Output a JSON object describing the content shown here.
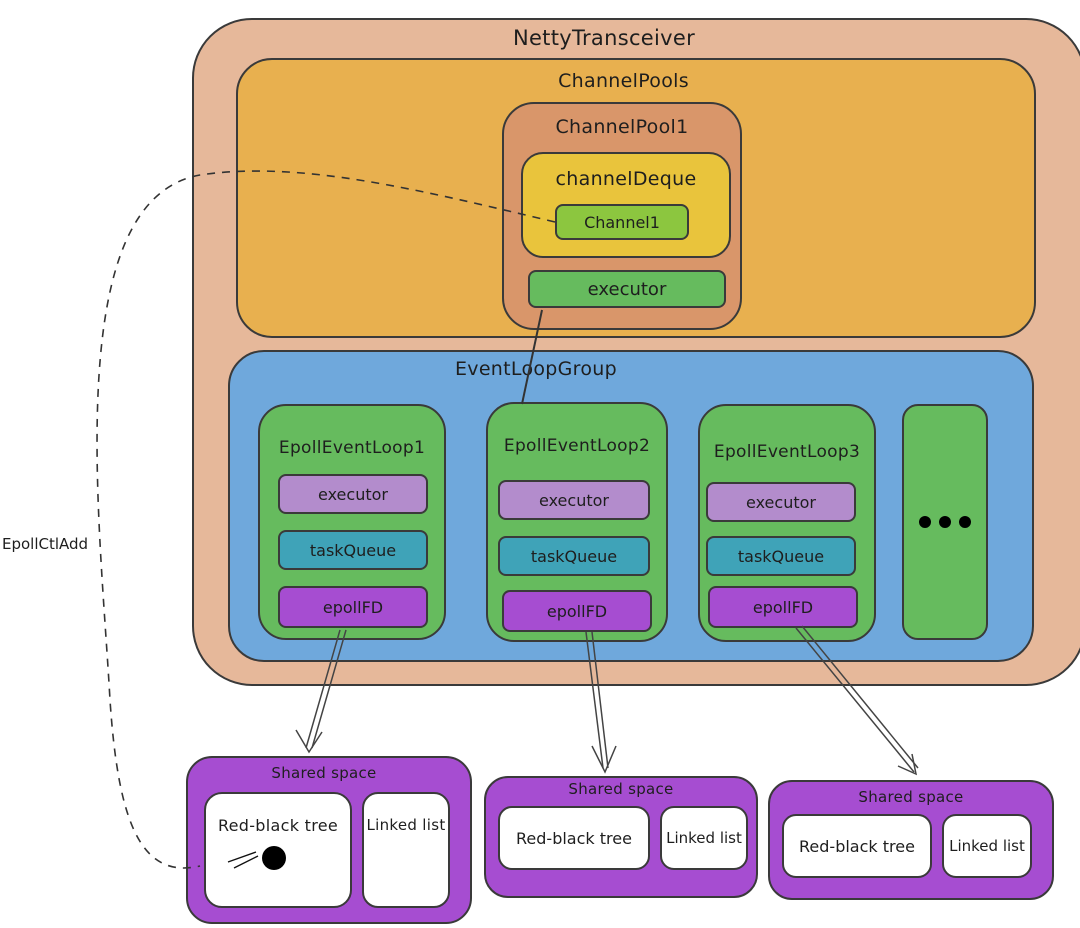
{
  "diagram": {
    "title": "NettyTransceiver",
    "channel_pools": {
      "label": "ChannelPools",
      "pool": {
        "label": "ChannelPool1",
        "deque": {
          "label": "channelDeque",
          "channel": "Channel1"
        },
        "executor": "executor"
      }
    },
    "event_loop_group": {
      "label": "EventLoopGroup",
      "loops": [
        {
          "label": "EpollEventLoop1",
          "executor": "executor",
          "task_queue": "taskQueue",
          "epoll_fd": "epollFD"
        },
        {
          "label": "EpollEventLoop2",
          "executor": "executor",
          "task_queue": "taskQueue",
          "epoll_fd": "epollFD"
        },
        {
          "label": "EpollEventLoop3",
          "executor": "executor",
          "task_queue": "taskQueue",
          "epoll_fd": "epollFD"
        }
      ],
      "more_indicator": "..."
    },
    "shared_spaces": [
      {
        "label": "Shared space",
        "tree": "Red-black tree",
        "list": "Linked list"
      },
      {
        "label": "Shared space",
        "tree": "Red-black tree",
        "list": "Linked list"
      },
      {
        "label": "Shared space",
        "tree": "Red-black tree",
        "list": "Linked list"
      }
    ],
    "edge_label": "EpollCtlAdd",
    "colors": {
      "transceiver": "#e6b89a",
      "channel_pools": "#e8b04f",
      "channel_pool": "#d9966a",
      "channel_deque": "#e9c43c",
      "channel": "#8cc63f",
      "green": "#66bb5e",
      "event_loop_group": "#6fa8dc",
      "executor_purple": "#b38ccc",
      "task_queue": "#3fa3b8",
      "epoll_fd": "#a64dd1",
      "shared_space": "#a64dd1"
    }
  }
}
